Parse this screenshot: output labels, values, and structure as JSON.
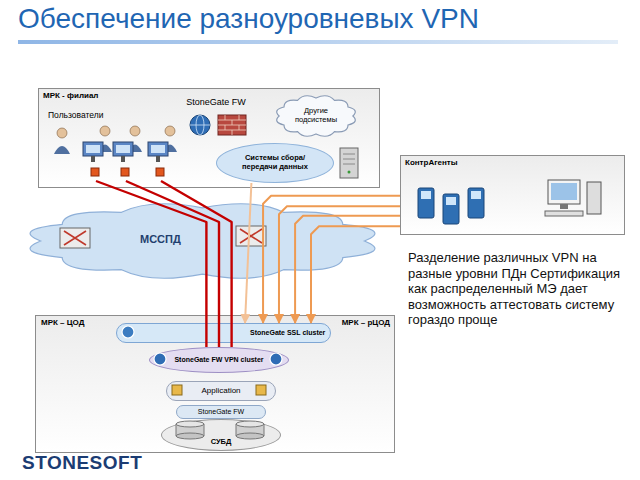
{
  "diagram": {
    "title": "Обеспечение разноуровневых VPN",
    "nodes": [
      {
        "text": [
          "МРК - филиал"
        ]
      },
      {
        "text": [
          "StoneGate FW"
        ],
        "in": 0
      },
      {
        "text": [
          "Пользователи"
        ],
        "in": 0
      },
      {
        "text": [
          "Другие подсистемы"
        ],
        "in": 0
      },
      {
        "text": [
          "Системы сбора/ передачи данных"
        ],
        "in": 0
      },
      {
        "text": [
          "КонтрАгенты"
        ]
      },
      {
        "text": [
          "МССПД"
        ]
      },
      {
        "text": [
          "МРК – ЦОД",
          "МРК – рЦОД"
        ]
      },
      {
        "text": [
          "StoneGate SSL cluster"
        ],
        "in": 7
      },
      {
        "text": [
          "StoneGate FW VPN cluster"
        ],
        "in": 7
      },
      {
        "text": [
          "Application"
        ],
        "in": 7
      },
      {
        "text": [
          "StoneGate FW"
        ],
        "in": 7
      },
      {
        "text": [
          "СУБД"
        ],
        "in": 7
      }
    ],
    "edges": [
      {
        "from": 2,
        "to": 9,
        "arrow": "none"
      },
      {
        "from": 2,
        "to": 9,
        "arrow": "none"
      },
      {
        "from": 2,
        "to": 9,
        "arrow": "none"
      },
      {
        "from": 5,
        "to": 8,
        "arrow": "to"
      },
      {
        "from": 5,
        "to": 8,
        "arrow": "to"
      },
      {
        "from": 5,
        "to": 8,
        "arrow": "to"
      },
      {
        "from": 5,
        "to": 8,
        "arrow": "to"
      },
      {
        "from": 4,
        "to": 8,
        "arrow": "to"
      }
    ],
    "labels": [
      "Разделение различных VPN на разные уровни ПДн Сертификация как распределенный МЭ дает возможность аттестовать систему гораздо проще",
      "STONESOFT"
    ]
  }
}
